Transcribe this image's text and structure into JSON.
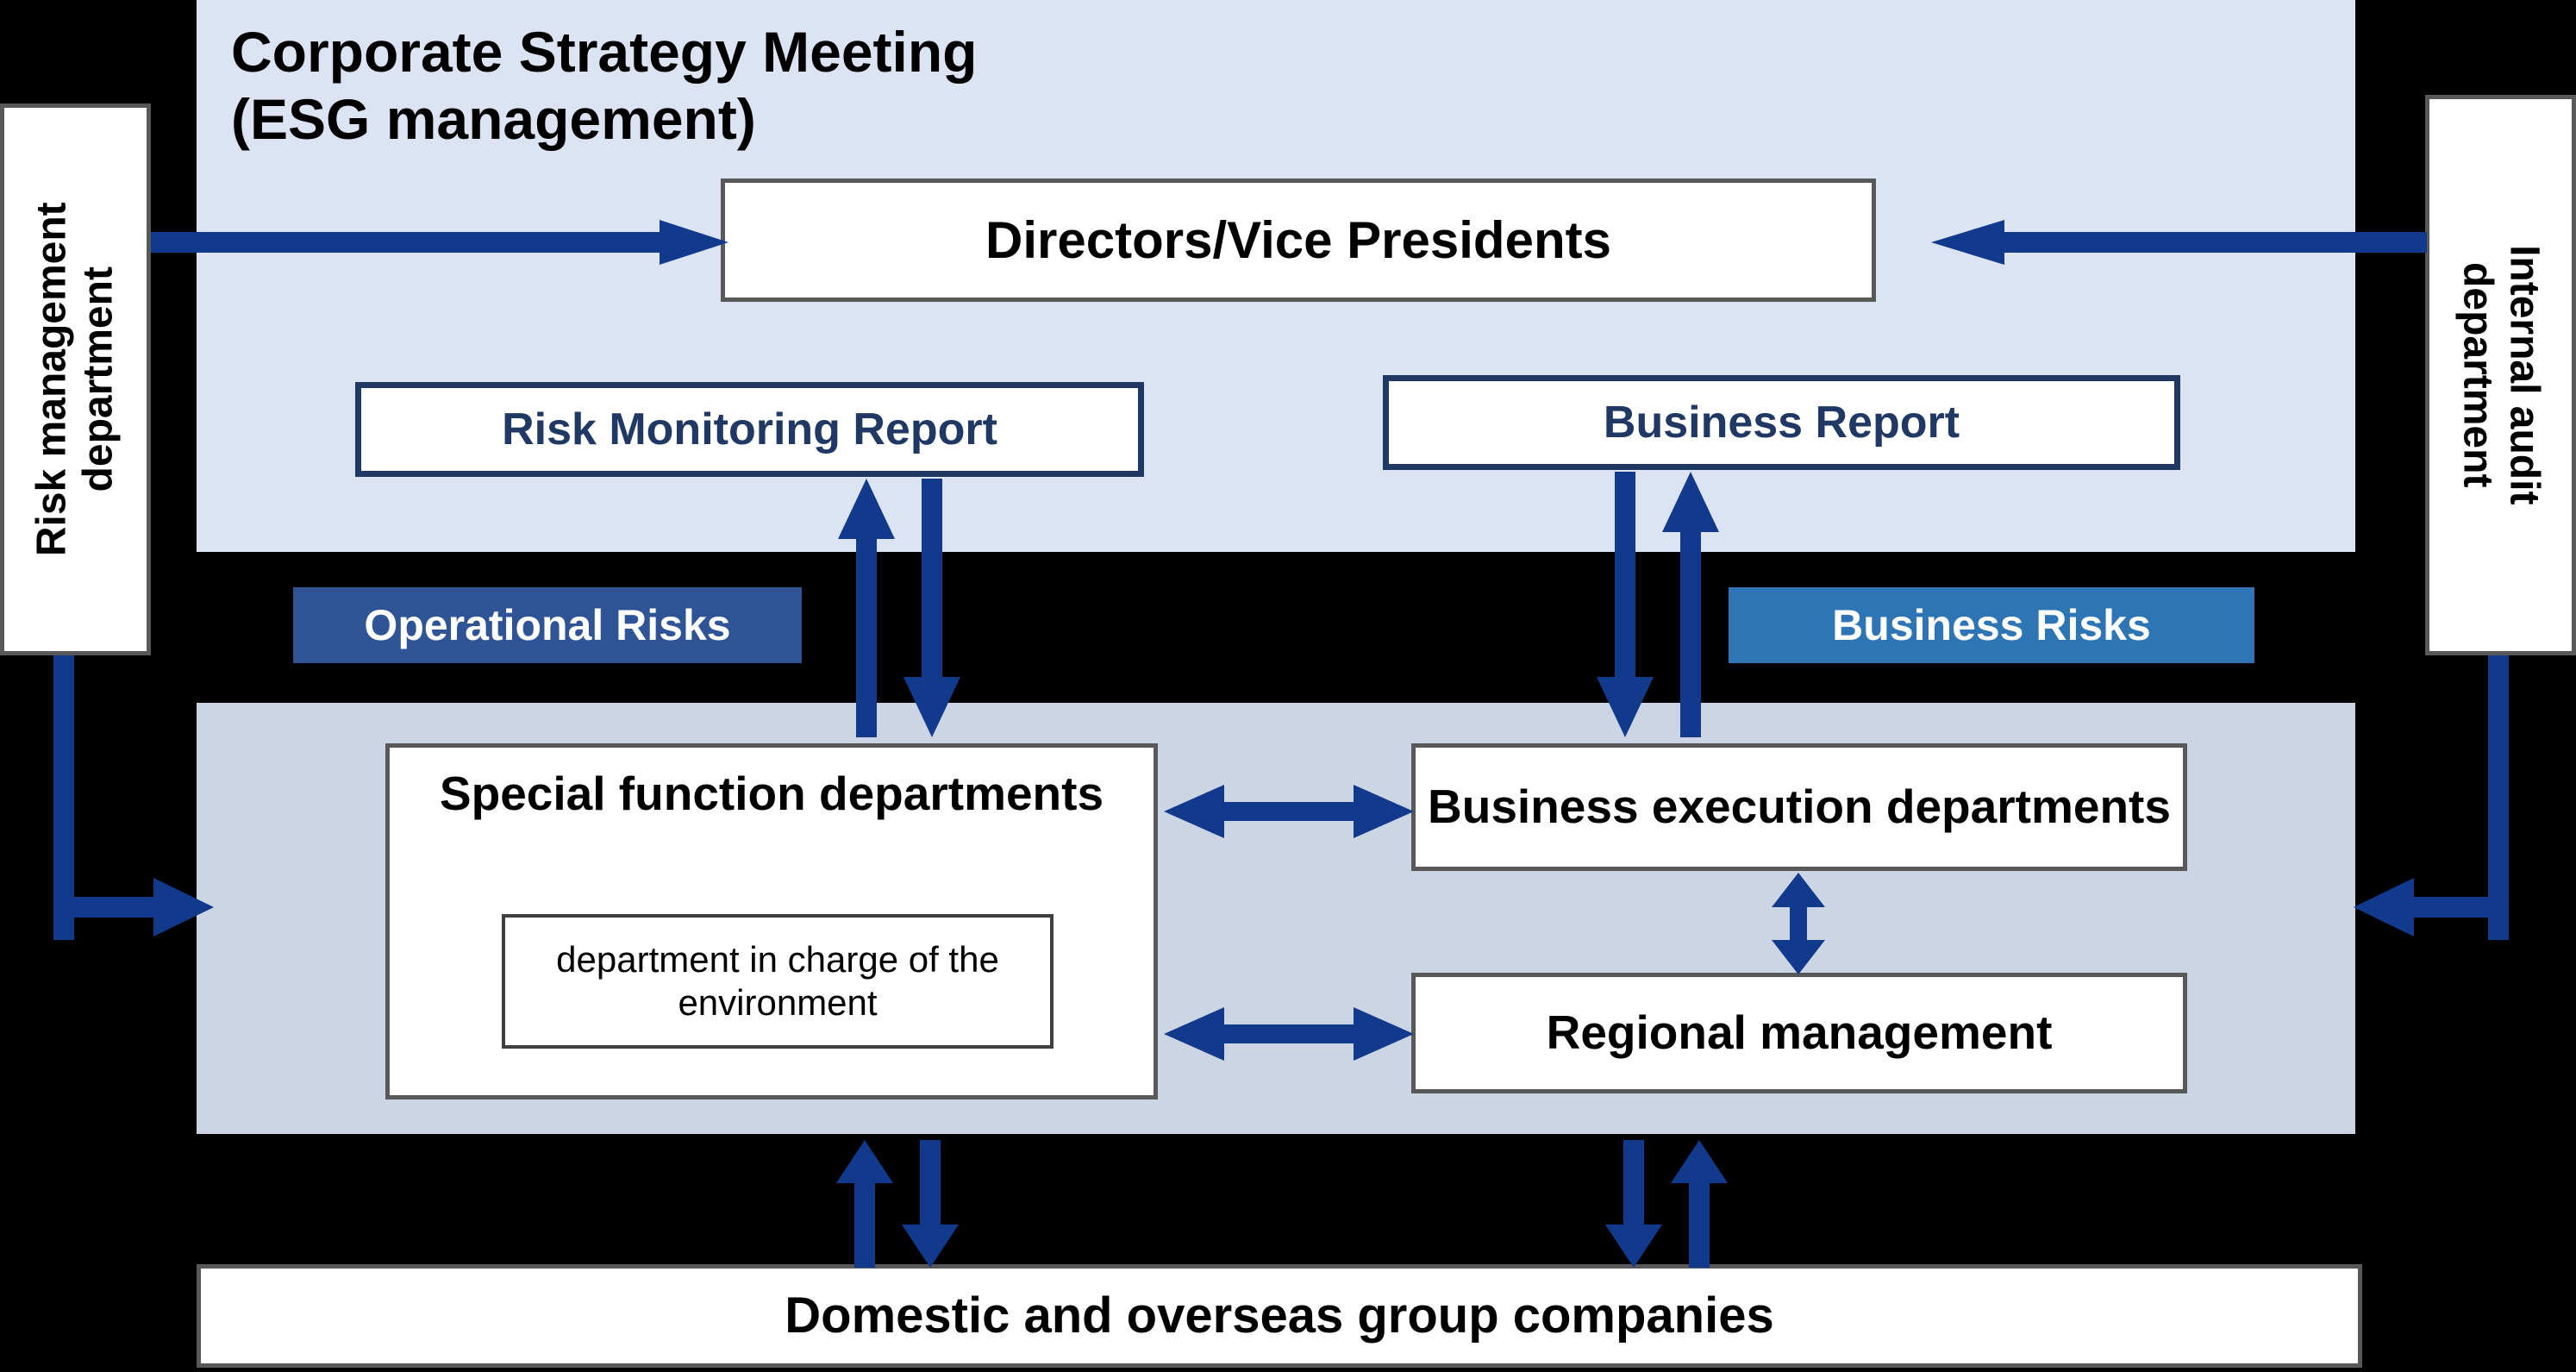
{
  "diagram": {
    "title_line1": "Corporate Strategy Meeting",
    "title_line2": "(ESG management)",
    "accent_navy": "#1f3864",
    "accent_arrow_blue": "#123a8c",
    "panel_top_bg": "#dce3f2",
    "panel_mid_bg": "#ccd5e4",
    "badge_operational_bg": "#2e5496",
    "badge_business_bg": "#2e75b6",
    "box_border_gray": "#595959"
  },
  "top_panel": {
    "directors_box": "Directors/Vice Presidents",
    "risk_monitoring_report": "Risk Monitoring Report",
    "business_report": "Business Report"
  },
  "side_boxes": {
    "left": "Risk management\ndepartment",
    "right": "Internal audit\ndepartment"
  },
  "badges": {
    "operational_risks": "Operational Risks",
    "business_risks": "Business Risks"
  },
  "mid_panel": {
    "special_function_departments": "Special function\ndepartments",
    "environment_department": "department in charge\nof the environment",
    "business_execution_departments": "Business execution\ndepartments",
    "regional_management": "Regional management"
  },
  "bottom": {
    "group_companies": "Domestic and overseas group companies"
  }
}
